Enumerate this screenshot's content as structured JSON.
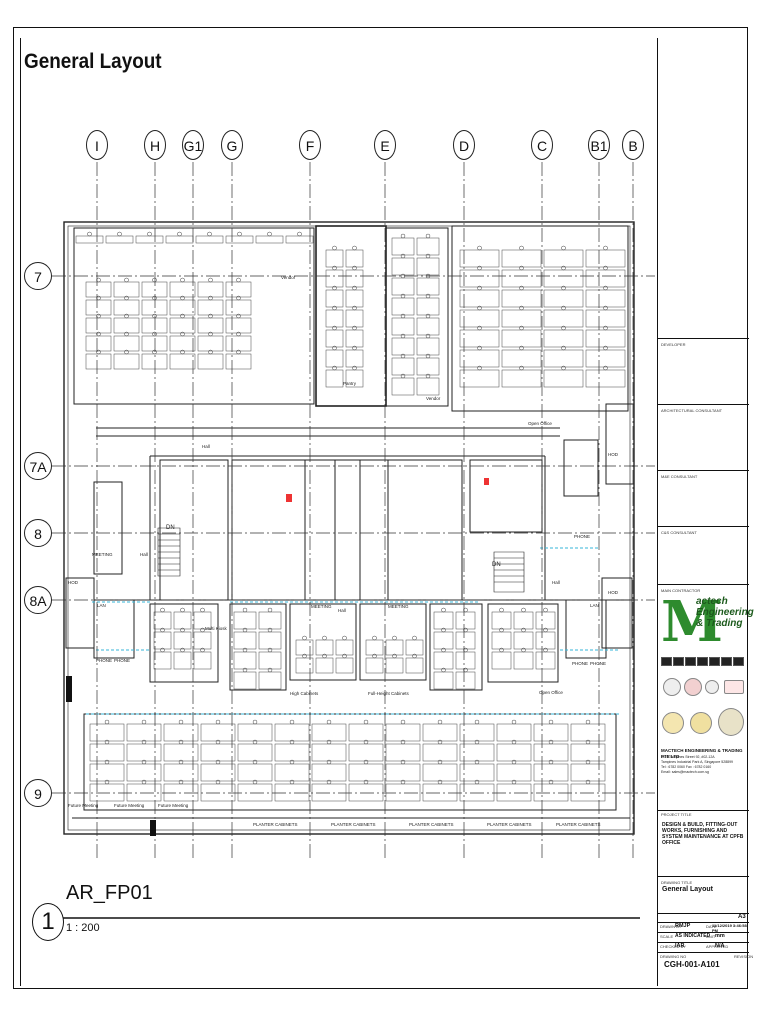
{
  "drawing": {
    "title": "General Layout",
    "view_number": "1",
    "view_name": "AR_FP01",
    "scale": "1 : 200"
  },
  "grid_columns": [
    "I",
    "H",
    "G1",
    "G",
    "F",
    "E",
    "D",
    "C",
    "B1",
    "B"
  ],
  "grid_rows": [
    "7",
    "7A",
    "8",
    "8A",
    "9"
  ],
  "room_labels": {
    "vendor_left": "Vendor",
    "vendor_right": "Vendor",
    "pantry": "Pantry",
    "hall_top": "Hall",
    "hall_left": "Hall",
    "hall_mid": "Hall",
    "hall_right": "Hall",
    "meeting_left": "MEETING",
    "meeting_mid1": "MEETING",
    "meeting_mid2": "MEETING",
    "open_office_top": "Open Office",
    "open_office_bottom": "Open Office",
    "hod_right": "HOD",
    "hod_left": "HOD",
    "hod_right_low": "HOD",
    "lan_left": "LAN",
    "lan_right": "LAN",
    "phone_left1": "PHONE",
    "phone_left2": "PHONE",
    "phone_right1": "PHONE",
    "phone_right2": "PHONE",
    "phone_right_top": "PHONE",
    "multi_kiosk": "Multi Kiosk",
    "high_cabinets": "High Cabinets",
    "full_height_cabinets": "Full-Height Cabinets",
    "future_meeting1": "Future Meeting",
    "future_meeting2": "Future Meeting",
    "future_meeting3": "Future Meeting",
    "planter_cabinets": [
      "PLANTER CABINETS",
      "PLANTER CABINETS",
      "PLANTER CABINETS",
      "PLANTER CABINETS",
      "PLANTER CABINETS"
    ],
    "dn_left": "DN",
    "dn_right": "DN"
  },
  "title_block": {
    "developer_label": "DEVELOPER",
    "architect_label": "ARCHITECTURAL CONSULTANT",
    "mne_label": "M&E CONSULTANT",
    "cs_label": "C&S CONSULTANT",
    "main_contractor_label": "MAIN CONTRACTOR",
    "logo_line1": "actech",
    "logo_line2": "Engineering",
    "logo_line3": "& Trading",
    "company_name": "MACTECH ENGINEERING & TRADING PTE LTD",
    "company_address1": "No.6 Tampines Street 92, #02-12A",
    "company_address2": "Tampines Industrial Park A, Singapore 528899",
    "company_tel": "Tel : 6782 0060          Fax : 6782 0160",
    "company_email": "Email: sales@mactech.com.sg",
    "project_title_label": "PROJECT TITLE",
    "project_title": "DESIGN & BUILD, FITTING-OUT WORKS, FURNISHING AND SYSTEM MAINTENANCE AT CPFB OFFICE",
    "drawing_title_label": "DRAWING TITLE",
    "drawing_title": "General Layout",
    "sheet_size": "A3",
    "drawn_by_label": "DRAWN BY",
    "drawn_by": "RMJP",
    "date_label": "DATE",
    "date": "11/12/2019 3:46:58 PM",
    "scale_label": "SCALE",
    "scale": "AS INDICATED",
    "unit_label": "UNIT",
    "unit": "mm",
    "checked_label": "CHECKED BY",
    "checked": "IAR",
    "approved_label": "APPROVED",
    "approved": "N/A",
    "drawing_no_label": "DRAWING NO",
    "drawing_no": "CGH-001-A101",
    "revision_label": "REVISION"
  }
}
